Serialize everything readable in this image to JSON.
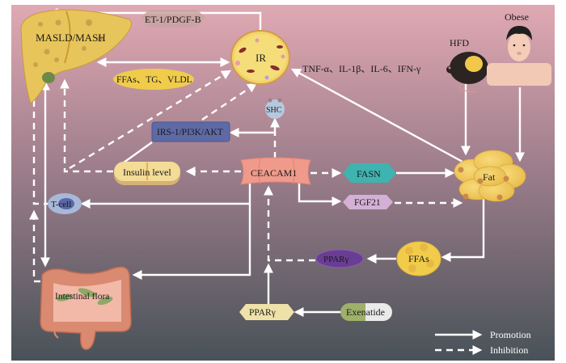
{
  "diagram": {
    "nodes": {
      "masld": "MASLD/MASH",
      "et1": "ET-1/PDGF-B",
      "ir": "IR",
      "ffas_tg": "FFAs、TG、VLDL",
      "cytokines": "TNF-α、IL-1β、IL-6、IFN-γ",
      "hfd": "HFD",
      "obese": "Obese",
      "shc": "SHC",
      "irs": "IRS-1/PI3K/AKT",
      "insulin": "Insulin level",
      "ceacam1": "CEACAM1",
      "fasn": "FASN",
      "fat": "Fat",
      "fgf21": "FGF21",
      "tcell": "T-cell",
      "ffas": "FFAs",
      "pparg_purple": "PPARγ",
      "pparg_yellow": "PPARγ",
      "exenatide": "Exenatide",
      "intestinal": "Intestinal flora"
    },
    "legend": {
      "promotion": "Promotion",
      "inhibition": "Inhibition"
    },
    "colors": {
      "bg_top": "#dba5b0",
      "bg_bottom": "#4e565c",
      "arrow": "#ffffff",
      "liver": "#e8c55a",
      "ceacam1": "#ef9a8a",
      "fasn": "#3fb3b0",
      "fgf21": "#d4b0d6",
      "irs": "#5e6aa6",
      "pparg_purple": "#6a3d94",
      "pparg_yellow": "#efe2a8",
      "fat": "#f2cc5c",
      "shc": "#b5c8de",
      "tcell": "#a8b8d8",
      "et1": "#c9a3a3"
    }
  }
}
